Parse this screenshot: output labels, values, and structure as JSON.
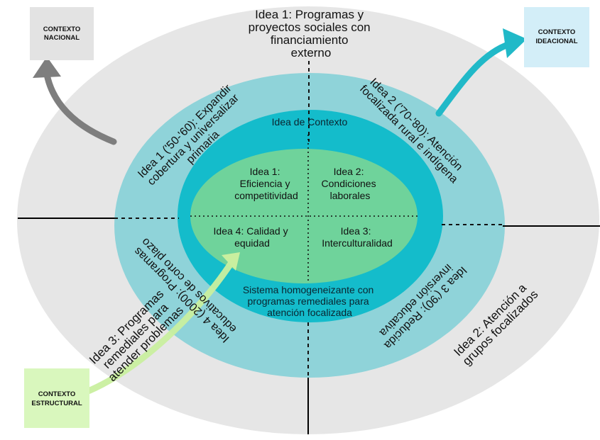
{
  "colors": {
    "outer": "#e6e6e6",
    "ring2": "#8fd3d9",
    "ring3": "#14bccb",
    "core": "#6fd39b",
    "note_nacional": "#e3e3e3",
    "note_ideacional": "#d3eef8",
    "note_estructural": "#d9f7bd",
    "arrow_gray": "#7e7e7e",
    "arrow_teal": "#21b9c8",
    "arrow_green": "#c9ef9f"
  },
  "notes": {
    "nacional": [
      "CONTEXTO",
      "NACIONAL"
    ],
    "ideacional": [
      "CONTEXTO",
      "IDEACIONAL"
    ],
    "estructural": [
      "CONTEXTO",
      "ESTRUCTURAL"
    ]
  },
  "outer": {
    "top": [
      "Idea 1: Programas y",
      "proyectos sociales con",
      "financiamiento",
      "externo"
    ],
    "bottom_left": [
      "Idea 3: Programas",
      "remediales para",
      "atender problemas"
    ],
    "bottom_right": [
      "Idea 2: Atención a",
      "grupos focalizados"
    ]
  },
  "middle": {
    "top_left": [
      "Idea 1 ('50-'60): Expandir",
      "cobertura y universalizar",
      "primaria"
    ],
    "top_right": [
      "Idea 2 ('70-'80): Atención",
      "focalizada rural e indígena"
    ],
    "bottom_left": [
      "Idea 4 (2000): Programas",
      "educativos de corto plazo"
    ],
    "bottom_right": [
      "Idea 3 ('90): Reducida",
      "inversión educativa"
    ]
  },
  "ring": {
    "top": "Idea de Contexto",
    "bottom": [
      "Sistema homogeneizante con",
      "programas remediales para",
      "atención focalizada"
    ]
  },
  "core": {
    "q1": [
      "Idea 1:",
      "Eficiencia y",
      "competitividad"
    ],
    "q2": [
      "Idea 2:",
      "Condiciones",
      "laborales"
    ],
    "q3": [
      "Idea 3:",
      "Interculturalidad"
    ],
    "q4": [
      "Idea 4: Calidad y",
      "equidad"
    ]
  }
}
